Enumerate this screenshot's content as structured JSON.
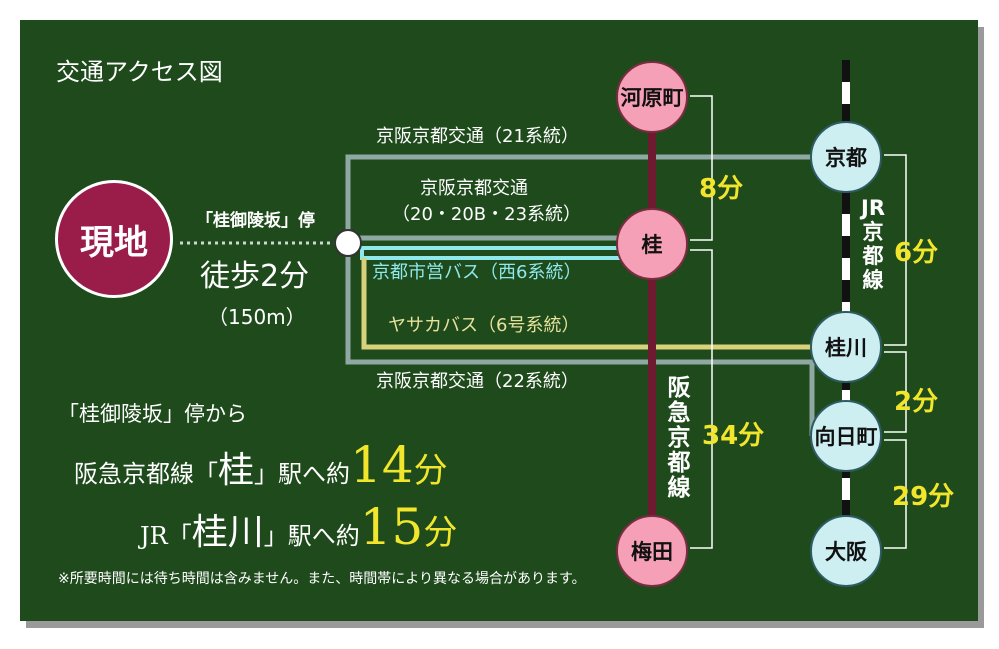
{
  "title": "交通アクセス図",
  "current_location": "現地",
  "bus_stop_label": "「桂御陵坂」停",
  "walk_time": "徒歩2分",
  "walk_distance": "（150m）",
  "routes": {
    "keihan_21": "京阪京都交通（21系統）",
    "keihan_20_line1": "京阪京都交通",
    "keihan_20_line2": "（20・20B・23系統）",
    "city_bus": "京都市営バス（西6系統）",
    "yasaka": "ヤサカバス（6号系統）",
    "keihan_22": "京阪京都交通（22系統）"
  },
  "stations": {
    "kawaramachi": "河原町",
    "katsura": "桂",
    "umeda": "梅田",
    "kyoto": "京都",
    "katsuragawa": "桂川",
    "mukomachi": "向日町",
    "osaka": "大阪"
  },
  "lines": {
    "hankyu": "阪急京都線",
    "jr": "JR京都線"
  },
  "times": {
    "kawaramachi_katsura": "8分",
    "katsura_umeda": "34分",
    "kyoto_katsuragawa": "6分",
    "katsuragawa_mukomachi": "2分",
    "mukomachi_osaka": "29分"
  },
  "summary": {
    "from": "「桂御陵坂」停から",
    "line1_prefix": "阪急京都線「",
    "line1_station": "桂",
    "line1_mid": "」駅へ約",
    "line1_minutes": "14",
    "line1_unit": "分",
    "line2_prefix": "JR「",
    "line2_station": "桂川",
    "line2_mid": "」駅へ約",
    "line2_minutes": "15",
    "line2_unit": "分"
  },
  "footnote": "※所要時間には待ち時間は含みません。また、時間帯により異なる場合があります。",
  "colors": {
    "board": "#1e4a1c",
    "hankyu_line": "#6e1a30",
    "keihan_route": "#8fa8a4",
    "city_bus_route": "#8fe8ea",
    "yasaka_route": "#d8d27a",
    "time_text": "#f2e62c"
  }
}
